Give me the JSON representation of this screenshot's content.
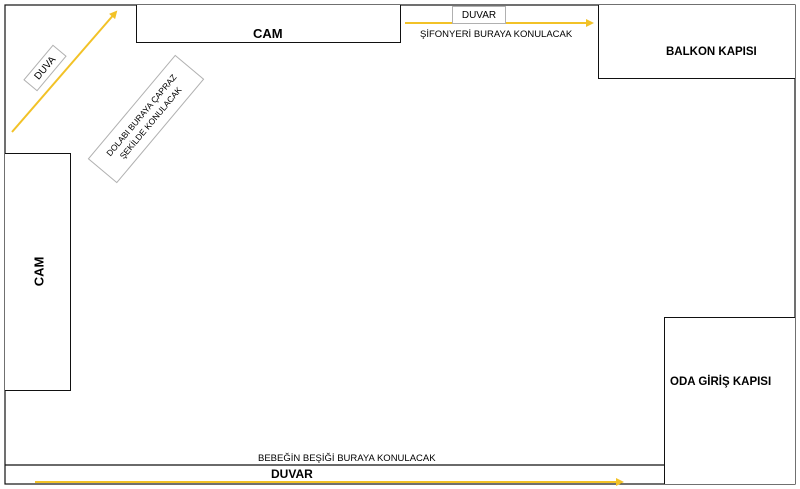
{
  "walls": {
    "top_window": "CAM",
    "left_window": "CAM",
    "top_wall": "DUVAR",
    "left_corner_wall": "DUVA",
    "bottom_wall": "DUVAR"
  },
  "doors": {
    "balcony": "BALKON KAPISI",
    "entrance": "ODA GİRİŞ KAPISI"
  },
  "notes": {
    "wardrobe": "DOLABI BURAYA ÇAPRAZ\nŞEKİLDE KONULACAK",
    "dresser": "ŞİFONYERİ BURAYA KONULACAK",
    "crib": "BEBEĞİN BEŞİĞİ BURAYA KONULACAK"
  },
  "colors": {
    "arrow": "#f2c227",
    "entrance_arrow": "#7aa6c8",
    "line": "#111111"
  }
}
